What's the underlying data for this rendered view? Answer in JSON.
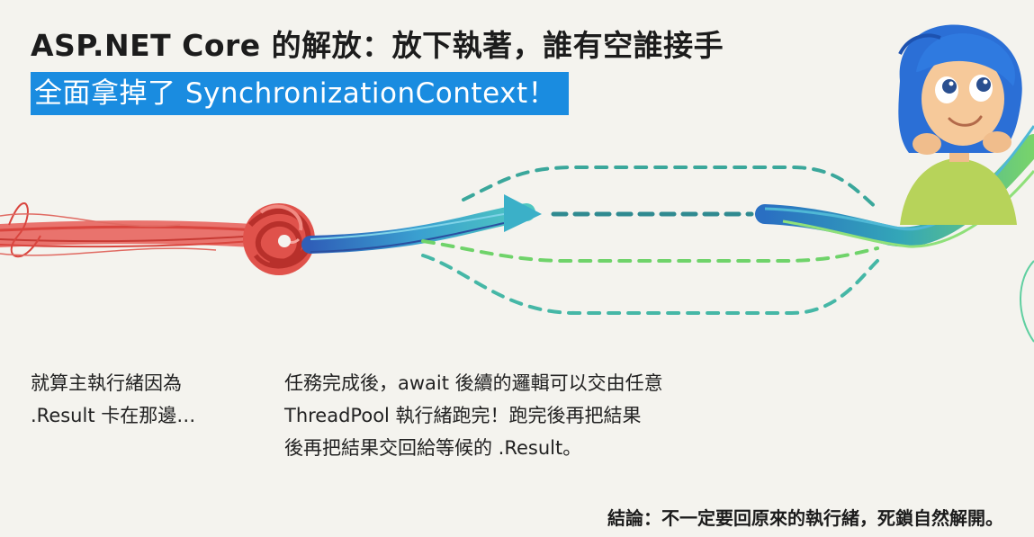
{
  "slide": {
    "title": "ASP.NET Core 的解放：放下執著，誰有空誰接手",
    "subtitle": "全面拿掉了 SynchronizationContext！",
    "left_caption": [
      "就算主執行緒因為",
      ".Result 卡在那邊…"
    ],
    "right_caption": [
      "任務完成後，await 後續的邏輯可以交由任意",
      "ThreadPool 執行緒跑完！跑完後再把結果",
      "後再把結果交回給等候的 .Result。"
    ],
    "conclusion": "結論：不一定要回原來的執行緒，死鎖自然解開。"
  },
  "colors": {
    "background": "#f4f3ee",
    "title_text": "#1c1c1c",
    "subtitle_bg": "#1a8ce0",
    "subtitle_text": "#ffffff",
    "red_rope": "#e0554f",
    "knot": "#d8403a",
    "blue_ribbon": "#2f7fc4",
    "teal_path": "#3aa79b",
    "green_path": "#6fd36a",
    "character_skin": "#f6c99a",
    "character_hair": "#2b6fd6",
    "character_dress": "#b7d35a"
  },
  "icons": {
    "knot": "tangled-knot-icon",
    "character": "joy-character-icon",
    "arrow": "flow-arrow-icon"
  }
}
